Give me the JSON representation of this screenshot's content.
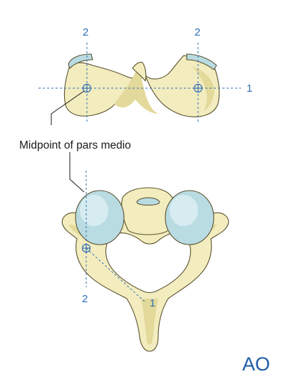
{
  "labels": {
    "top_left_axis": "2",
    "top_right_axis": "2",
    "top_horizontal_axis": "1",
    "callout": "Midpoint of pars medio",
    "bottom_vertical_axis": "2",
    "bottom_oblique_axis": "1",
    "logo": "AO"
  },
  "colors": {
    "guide_lines": "#2f6fb5",
    "bone": "#f3ecbe",
    "articular_facet": "#b9dbe2",
    "logo": "#1d5ca8"
  }
}
